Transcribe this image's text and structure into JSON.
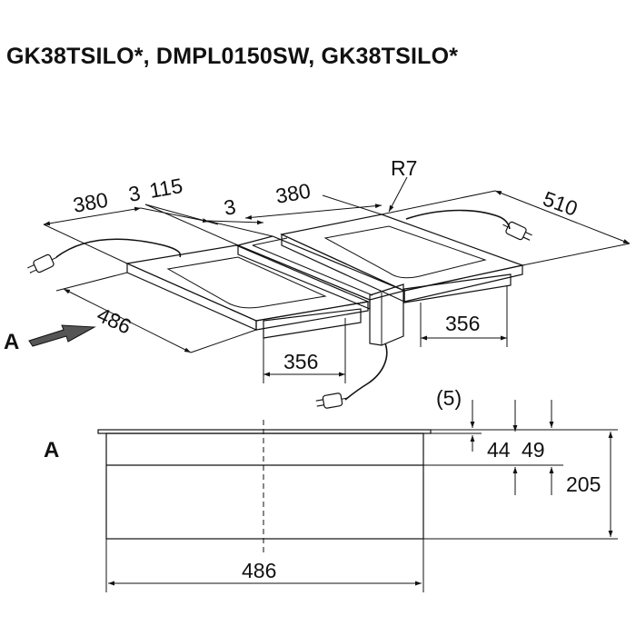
{
  "title": "GK38TSILO*, DMPL0150SW, GK38TSILO*",
  "view_label_arrow": "A",
  "view_label_section": "A",
  "dimensions": {
    "left_width": "380",
    "gap_a": "3",
    "middle_width": "115",
    "gap_b": "3",
    "right_width": "380",
    "depth": "510",
    "radius": "R7",
    "left_depth": "486",
    "left_cutout": "356",
    "right_cutout": "356",
    "section_offset": "(5)",
    "section_h1": "44",
    "section_h2": "49",
    "section_height": "205",
    "section_width": "486"
  }
}
